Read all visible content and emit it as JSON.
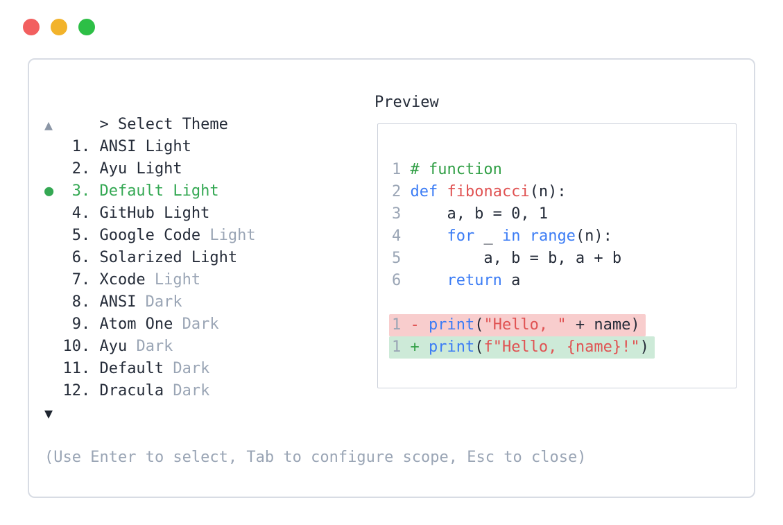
{
  "window": {
    "controls": [
      "close",
      "minimize",
      "maximize"
    ]
  },
  "selector": {
    "prompt_symbol": ">",
    "title": "Select Theme",
    "scroll_up_icon": "▲",
    "scroll_down_icon": "▼",
    "selected_marker": "●",
    "items": [
      {
        "num": "1.",
        "name": "ANSI",
        "variant": "Light",
        "variant_muted": false,
        "selected": false
      },
      {
        "num": "2.",
        "name": "Ayu",
        "variant": "Light",
        "variant_muted": false,
        "selected": false
      },
      {
        "num": "3.",
        "name": "Default",
        "variant": "Light",
        "variant_muted": false,
        "selected": true
      },
      {
        "num": "4.",
        "name": "GitHub",
        "variant": "Light",
        "variant_muted": false,
        "selected": false
      },
      {
        "num": "5.",
        "name": "Google Code",
        "variant": "Light",
        "variant_muted": true,
        "selected": false
      },
      {
        "num": "6.",
        "name": "Solarized",
        "variant": "Light",
        "variant_muted": false,
        "selected": false
      },
      {
        "num": "7.",
        "name": "Xcode",
        "variant": "Light",
        "variant_muted": true,
        "selected": false
      },
      {
        "num": "8.",
        "name": "ANSI",
        "variant": "Dark",
        "variant_muted": true,
        "selected": false
      },
      {
        "num": "9.",
        "name": "Atom One",
        "variant": "Dark",
        "variant_muted": true,
        "selected": false
      },
      {
        "num": "10.",
        "name": "Ayu",
        "variant": "Dark",
        "variant_muted": true,
        "selected": false
      },
      {
        "num": "11.",
        "name": "Default",
        "variant": "Dark",
        "variant_muted": true,
        "selected": false
      },
      {
        "num": "12.",
        "name": "Dracula",
        "variant": "Dark",
        "variant_muted": true,
        "selected": false
      }
    ],
    "hint": "(Use Enter to select, Tab to configure scope, Esc to close)"
  },
  "preview": {
    "title": "Preview",
    "code_lines": [
      {
        "num": "1",
        "segments": [
          {
            "text": "# function",
            "color": "comment"
          }
        ]
      },
      {
        "num": "2",
        "segments": [
          {
            "text": "def",
            "color": "keyword"
          },
          {
            "text": " "
          },
          {
            "text": "fibonacci",
            "color": "function"
          },
          {
            "text": "(n):"
          }
        ]
      },
      {
        "num": "3",
        "segments": [
          {
            "text": "    a, b = 0, 1"
          }
        ]
      },
      {
        "num": "4",
        "segments": [
          {
            "text": "    "
          },
          {
            "text": "for",
            "color": "keyword"
          },
          {
            "text": " _ "
          },
          {
            "text": "in",
            "color": "keyword"
          },
          {
            "text": " "
          },
          {
            "text": "range",
            "color": "keyword"
          },
          {
            "text": "(n):"
          }
        ]
      },
      {
        "num": "5",
        "segments": [
          {
            "text": "        a, b = b, a + b"
          }
        ]
      },
      {
        "num": "6",
        "segments": [
          {
            "text": "    "
          },
          {
            "text": "return",
            "color": "keyword"
          },
          {
            "text": " a"
          }
        ]
      },
      {
        "num": "",
        "segments": []
      },
      {
        "num": "1",
        "diff": "removed",
        "segments": [
          {
            "text": "- ",
            "color": "removed-sign"
          },
          {
            "text": "print",
            "color": "keyword"
          },
          {
            "text": "("
          },
          {
            "text": "\"Hello, \"",
            "color": "string"
          },
          {
            "text": " + name)"
          }
        ]
      },
      {
        "num": "1",
        "diff": "added",
        "segments": [
          {
            "text": "+ ",
            "color": "added-sign"
          },
          {
            "text": "print",
            "color": "keyword"
          },
          {
            "text": "("
          },
          {
            "text": "f\"Hello, {name}!\"",
            "color": "string"
          },
          {
            "text": ")"
          }
        ]
      }
    ]
  },
  "colors": {
    "primary": "#242b38",
    "muted": "#9aa5b5",
    "select_green": "#34a853",
    "comment_green": "#2f9e44",
    "keyword_blue": "#3b7cf5",
    "function_red": "#e05252",
    "string_red": "#e05252",
    "removed_red": "#e05252",
    "added_green": "#2f9e44",
    "diff_removed_bg": "#f8cdcd",
    "diff_added_bg": "#cdead8",
    "panel_border": "#d8dce4",
    "preview_border": "#cbd0da",
    "arrow_up": "#8b96a6",
    "arrow_down": "#1e2530",
    "traffic_red": "#f25f5f",
    "traffic_yellow": "#f2b32b",
    "traffic_green": "#2dbf46"
  }
}
